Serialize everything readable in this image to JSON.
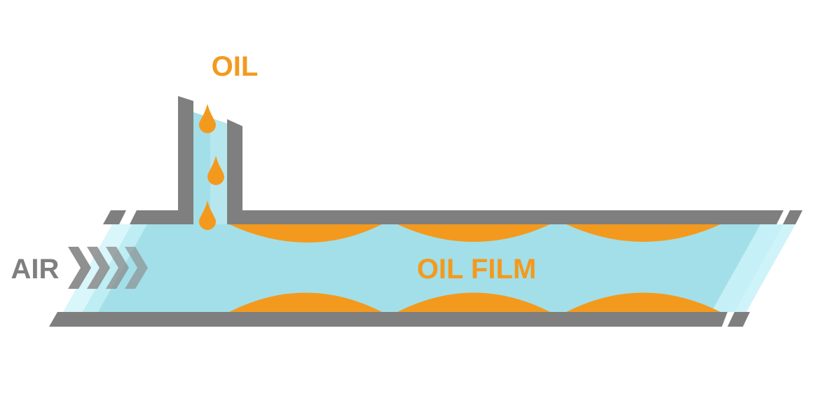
{
  "labels": {
    "oil": "OIL",
    "air": "AIR",
    "oil_film": "OIL FILM"
  },
  "colors": {
    "oil": "#f39a1e",
    "air_channel": "#a3dfe8",
    "air_channel_light": "#c9f2f8",
    "wall": "#7f7f7f",
    "air_text": "#7f7f7f",
    "chevron": "#8a8a8a",
    "background": "#ffffff"
  },
  "icons": {
    "droplet": "oil-droplet-icon",
    "chevron": "chevron-right-icon"
  }
}
